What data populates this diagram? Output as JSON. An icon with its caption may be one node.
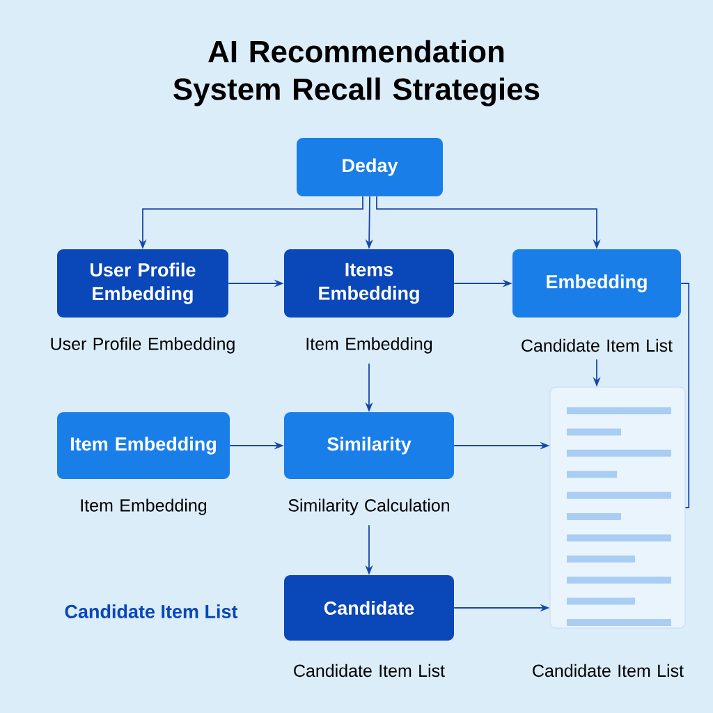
{
  "diagram": {
    "title": "AI Recommendation System Recall Strategies",
    "nodes": [
      {
        "text": [
          "Deday"
        ]
      },
      {
        "text": [
          "User Profile Embedding"
        ],
        "beside": [
          "User Profile Embedding"
        ]
      },
      {
        "text": [
          "Items Embedding"
        ],
        "beside": [
          "Item Embedding"
        ]
      },
      {
        "text": [
          "Embedding"
        ],
        "beside": [
          "Candidate Item List"
        ]
      },
      {
        "text": [
          "Item Embedding"
        ],
        "beside": [
          "Item Embedding"
        ]
      },
      {
        "text": [
          "Similarity"
        ],
        "beside": [
          "Similarity Calculation"
        ]
      },
      {
        "text": [],
        "shape": "box",
        "beside": [
          "Candidate Item List"
        ]
      },
      {
        "text": [
          "Candidate"
        ],
        "beside": [
          "Candidate Item List"
        ]
      }
    ],
    "edges": [
      {
        "from": 0,
        "to": 1,
        "arrow": "to"
      },
      {
        "from": 0,
        "to": 2,
        "arrow": "to"
      },
      {
        "from": 0,
        "to": 3,
        "arrow": "to"
      },
      {
        "from": 1,
        "to": 2,
        "arrow": "to"
      },
      {
        "from": 2,
        "to": 3,
        "arrow": "to"
      },
      {
        "from": 3,
        "to": 6,
        "arrow": "to"
      },
      {
        "from": 3,
        "to": 6,
        "arrow": "none"
      },
      {
        "from": 2,
        "to": 5,
        "arrow": "to"
      },
      {
        "from": 4,
        "to": 5,
        "arrow": "to"
      },
      {
        "from": 5,
        "to": 6,
        "arrow": "to"
      },
      {
        "from": 5,
        "to": 7,
        "arrow": "to"
      },
      {
        "from": 7,
        "to": 6,
        "arrow": "to"
      }
    ],
    "labels": [
      "Candidate Item List"
    ]
  }
}
